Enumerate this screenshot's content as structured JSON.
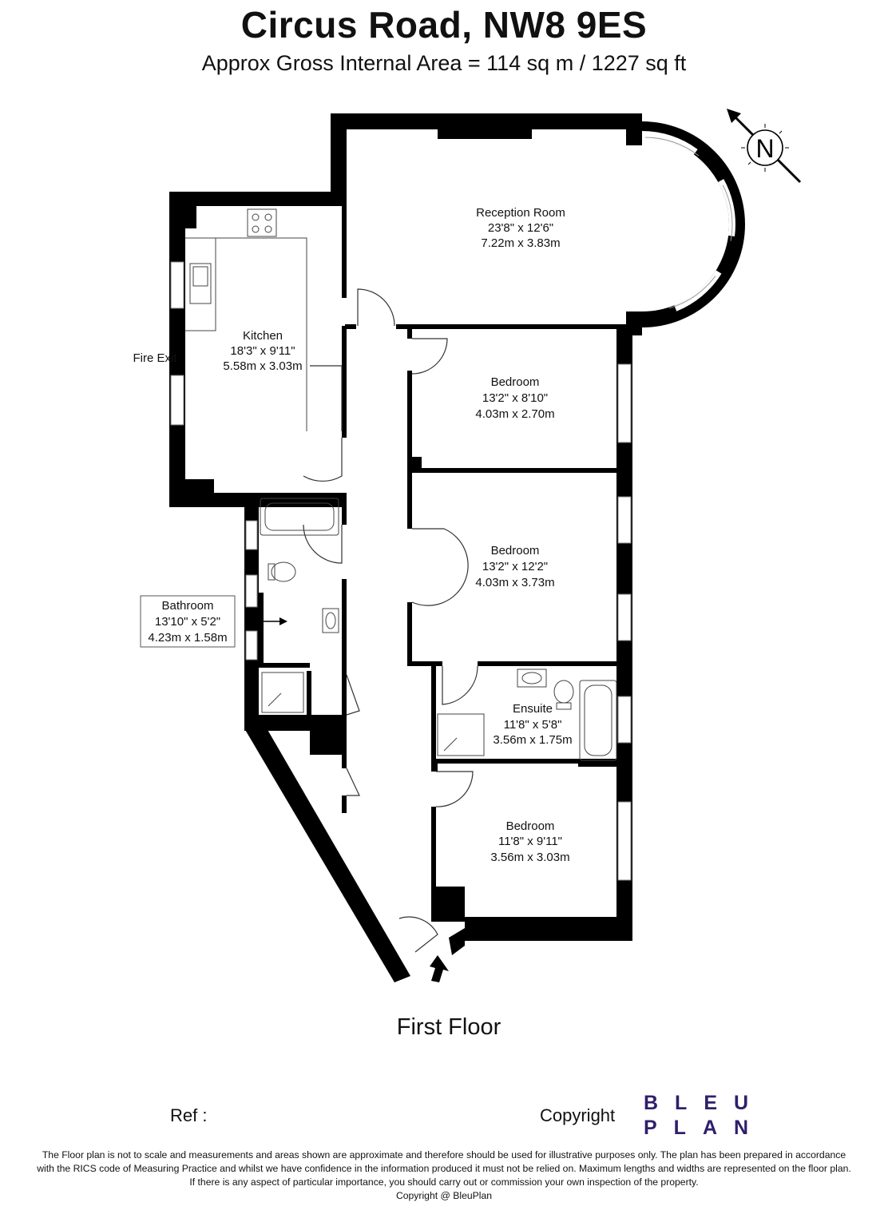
{
  "header": {
    "title": "Circus Road, NW8 9ES",
    "subtitle": "Approx Gross Internal Area = 114 sq m / 1227 sq ft"
  },
  "compass": {
    "label": "N"
  },
  "rooms": {
    "reception": {
      "name": "Reception Room",
      "imperial": "23'8\" x 12'6\"",
      "metric": "7.22m x 3.83m"
    },
    "kitchen": {
      "name": "Kitchen",
      "imperial": "18'3\" x 9'11\"",
      "metric": "5.58m x 3.03m"
    },
    "bedroom_1": {
      "name": "Bedroom",
      "imperial": "13'2\" x 8'10\"",
      "metric": "4.03m x 2.70m"
    },
    "bedroom_2": {
      "name": "Bedroom",
      "imperial": "13'2\" x 12'2\"",
      "metric": "4.03m x 3.73m"
    },
    "bathroom": {
      "name": "Bathroom",
      "imperial": "13'10\" x 5'2\"",
      "metric": "4.23m x 1.58m"
    },
    "ensuite": {
      "name": "Ensuite",
      "imperial": "11'8\" x 5'8\"",
      "metric": "3.56m x 1.75m"
    },
    "bedroom_3": {
      "name": "Bedroom",
      "imperial": "11'8\" x 9'11\"",
      "metric": "3.56m x 3.03m"
    }
  },
  "labels": {
    "fire_exit": "Fire Exit"
  },
  "floor": {
    "label": "First Floor"
  },
  "footer": {
    "ref": "Ref  :",
    "copyright": "Copyright",
    "logo_line1": "BLEU",
    "logo_line2": "PLAN",
    "disclaimer": [
      "The Floor plan is not to scale and measurements and areas shown are approximate and therefore should be used for illustrative purposes only. The plan has been prepared in accordance",
      "with the RICS code of Measuring Practice and whilst we have confidence in the information produced it must not be relied on. Maximum lengths and widths are represented on the floor plan.",
      "If there is any aspect of particular importance, you should carry out or commission your own inspection of the property.",
      "Copyright @ BleuPlan"
    ]
  }
}
